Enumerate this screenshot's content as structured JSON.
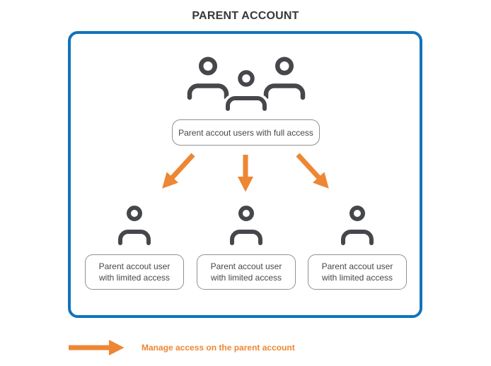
{
  "title": "PARENT ACCOUNT",
  "diagram": {
    "full_access_label": "Parent accout users with full access",
    "limited_access_labels": [
      "Parent accout user with limited access",
      "Parent accout user with limited access",
      "Parent accout user with limited access"
    ]
  },
  "legend": {
    "label": "Manage access on the parent account"
  },
  "colors": {
    "blue_border": "#1173BA",
    "orange": "#ED8733",
    "icon_gray": "#45474B",
    "label_border": "#8F9194",
    "text_gray": "#45474B",
    "title_color": "#37383B"
  }
}
